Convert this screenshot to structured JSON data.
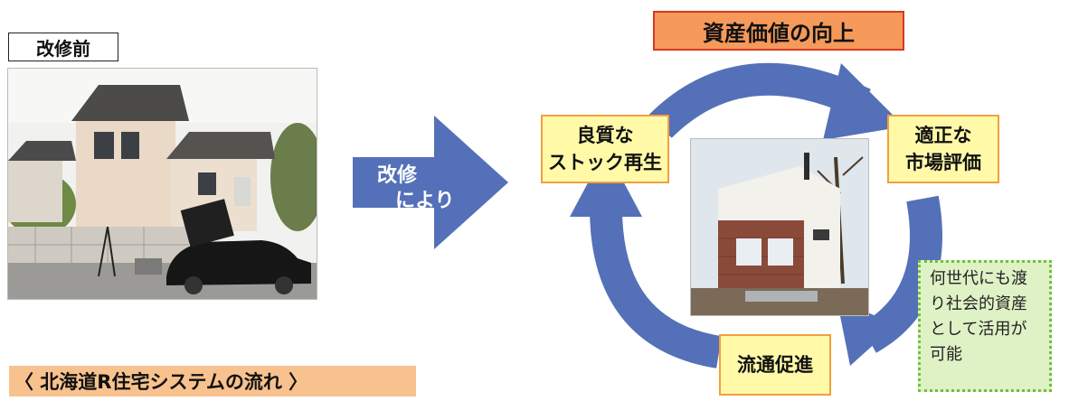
{
  "before": {
    "label": "改修前"
  },
  "arrow": {
    "line1": "改修",
    "line2": "により"
  },
  "cycle": {
    "title": "資産価値の向上",
    "nodes": [
      {
        "text": "良質な\nストック再生"
      },
      {
        "text": "適正な\n市場評価"
      },
      {
        "text": "流通促進"
      }
    ]
  },
  "note": {
    "text": "何世代にも渡\nり社会的資産\nとして活用が\n可能"
  },
  "flow": {
    "label": "〈 北海道R住宅システムの流れ 〉"
  },
  "colors": {
    "arrow_blue": "#5470b8",
    "node_fill": "#fff9a8",
    "node_border": "#f0a040",
    "title_fill": "#f59a5a",
    "title_border": "#d43a1e",
    "note_fill": "#dff2c6",
    "note_border": "#70c040",
    "flow_fill": "#f8c28e"
  }
}
